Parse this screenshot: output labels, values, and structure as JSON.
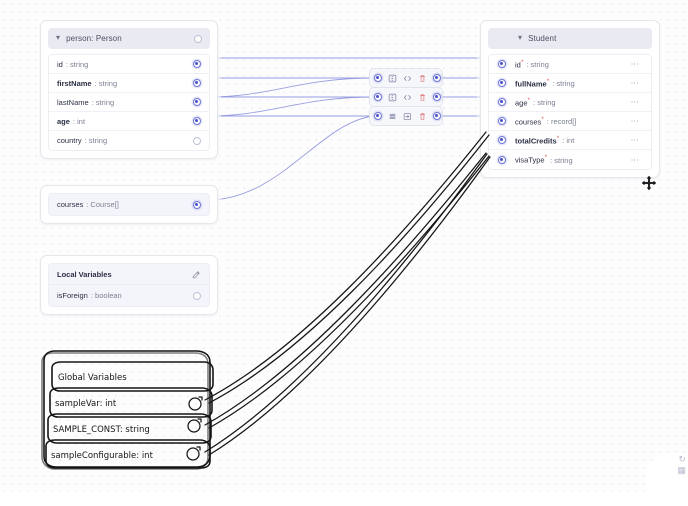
{
  "app": {
    "canvas_label": "mapping-canvas",
    "cursor": "move-cursor",
    "grid": "dot-grid"
  },
  "colors": {
    "accent": "#4a52c9",
    "port_ring": "#6f76d6",
    "required_marker": "#e05b5b",
    "header_bg": "#e9eaf2",
    "canvas_bg": "#fdfdfe",
    "grid_dot": "#d9d9e3",
    "edge": "#8e93dd",
    "sketch": "#1a1a1a"
  },
  "source_node": {
    "title": "person:  Person",
    "chevron": "chevron-down-icon",
    "header_port": "empty",
    "fields": [
      {
        "name": "id",
        "sep": ":",
        "type": "string",
        "bold": false,
        "port": "filled"
      },
      {
        "name": "firstName",
        "sep": ":",
        "type": "string",
        "bold": true,
        "port": "filled"
      },
      {
        "name": "lastName",
        "sep": ":",
        "type": "string",
        "bold": false,
        "port": "filled"
      },
      {
        "name": "age",
        "sep": ":",
        "type": "int",
        "bold": true,
        "port": "filled"
      },
      {
        "name": "country",
        "sep": ":",
        "type": "string",
        "bold": false,
        "port": "empty"
      }
    ]
  },
  "courses_node": {
    "field": {
      "name": "courses",
      "sep": ":",
      "type": "Course[]",
      "port": "filled"
    }
  },
  "local_vars_node": {
    "title": "Local Variables",
    "edit_icon": "edit-icon",
    "fields": [
      {
        "name": "isForeign",
        "sep": ":",
        "type": "boolean",
        "port": "empty"
      }
    ]
  },
  "target_node": {
    "title": "Student",
    "chevron": "chevron-down-icon",
    "fields": [
      {
        "name": "id",
        "required": "*",
        "sep": ":",
        "type": "string",
        "bold": false,
        "port": "filled",
        "menu": "kebab-menu-icon"
      },
      {
        "name": "fullName",
        "required": "*",
        "sep": ":",
        "type": "string",
        "bold": true,
        "port": "filled",
        "menu": "kebab-menu-icon"
      },
      {
        "name": "age",
        "required": "*",
        "sep": ":",
        "type": "string",
        "bold": false,
        "port": "filled",
        "menu": "kebab-menu-icon"
      },
      {
        "name": "courses",
        "required": "*",
        "sep": ":",
        "type": "record[]",
        "bold": false,
        "port": "filled",
        "menu": "kebab-menu-icon"
      },
      {
        "name": "totalCredits",
        "required": "*",
        "sep": ":",
        "type": "int",
        "bold": true,
        "port": "filled",
        "menu": "kebab-menu-icon"
      },
      {
        "name": "visaType",
        "required": "*",
        "sep": ":",
        "type": "string",
        "bold": false,
        "port": "filled",
        "menu": "kebab-menu-icon"
      }
    ]
  },
  "transform_bars": [
    {
      "id": "transform-bar-1",
      "icons": [
        "in-port",
        "function-icon",
        "code-icon",
        "delete-icon",
        "out-port"
      ]
    },
    {
      "id": "transform-bar-2",
      "icons": [
        "in-port",
        "function-icon",
        "code-icon",
        "delete-icon",
        "out-port"
      ]
    },
    {
      "id": "transform-bar-3",
      "icons": [
        "in-port",
        "list-icon",
        "enter-icon",
        "delete-icon",
        "out-port"
      ]
    }
  ],
  "sketch_overlay": {
    "title": "Global Variables",
    "items": [
      {
        "label": "sampleVar: int",
        "icon": "circle-arrow-icon"
      },
      {
        "label": "SAMPLE_CONST: string",
        "icon": "circle-arrow-icon"
      },
      {
        "label": "sampleConfigurable: int",
        "icon": "circle-arrow-icon"
      }
    ]
  }
}
